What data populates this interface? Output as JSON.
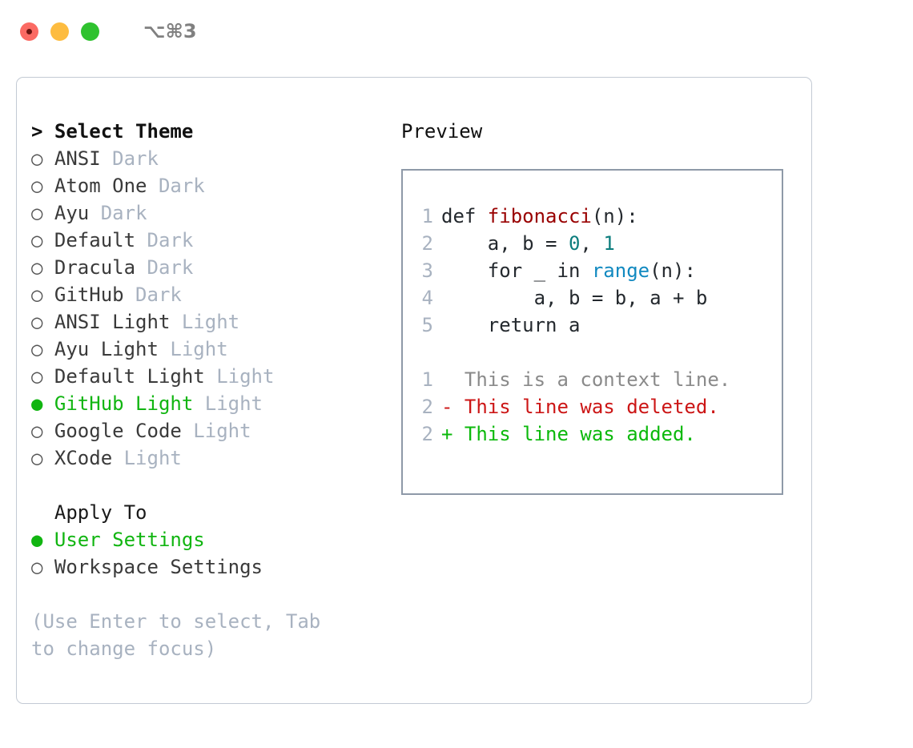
{
  "titlebar": {
    "shortcut": "⌥⌘3",
    "buttons": [
      {
        "name": "close",
        "color": "#fb6a63"
      },
      {
        "name": "minimize",
        "color": "#fdbc40"
      },
      {
        "name": "zoom",
        "color": "#2fc22f"
      }
    ]
  },
  "theme_picker": {
    "header": "> Select Theme",
    "items": [
      {
        "marker": "○",
        "label": "ANSI",
        "variant": "Dark",
        "selected": false
      },
      {
        "marker": "○",
        "label": "Atom One",
        "variant": "Dark",
        "selected": false
      },
      {
        "marker": "○",
        "label": "Ayu",
        "variant": "Dark",
        "selected": false
      },
      {
        "marker": "○",
        "label": "Default",
        "variant": "Dark",
        "selected": false
      },
      {
        "marker": "○",
        "label": "Dracula",
        "variant": "Dark",
        "selected": false
      },
      {
        "marker": "○",
        "label": "GitHub",
        "variant": "Dark",
        "selected": false
      },
      {
        "marker": "○",
        "label": "ANSI Light",
        "variant": "Light",
        "selected": false
      },
      {
        "marker": "○",
        "label": "Ayu Light",
        "variant": "Light",
        "selected": false
      },
      {
        "marker": "○",
        "label": "Default Light",
        "variant": "Light",
        "selected": false
      },
      {
        "marker": "●",
        "label": "GitHub Light",
        "variant": "Light",
        "selected": true
      },
      {
        "marker": "○",
        "label": "Google Code",
        "variant": "Light",
        "selected": false
      },
      {
        "marker": "○",
        "label": "XCode",
        "variant": "Light",
        "selected": false
      }
    ]
  },
  "apply_to": {
    "header": "  Apply To",
    "items": [
      {
        "marker": "●",
        "label": "User Settings",
        "selected": true
      },
      {
        "marker": "○",
        "label": "Workspace Settings",
        "selected": false
      }
    ]
  },
  "hint": "(Use Enter to select, Tab to change focus)",
  "preview": {
    "title": "Preview",
    "code_lines": [
      {
        "lineno": "1",
        "tokens": [
          {
            "text": "def ",
            "type": "kw"
          },
          {
            "text": "fibonacci",
            "type": "fn"
          },
          {
            "text": "(n):",
            "type": "plain"
          }
        ]
      },
      {
        "lineno": "2",
        "tokens": [
          {
            "text": "    a, b = ",
            "type": "plain"
          },
          {
            "text": "0",
            "type": "num"
          },
          {
            "text": ", ",
            "type": "plain"
          },
          {
            "text": "1",
            "type": "num"
          }
        ]
      },
      {
        "lineno": "3",
        "tokens": [
          {
            "text": "    for _ in ",
            "type": "plain"
          },
          {
            "text": "range",
            "type": "builtin"
          },
          {
            "text": "(n):",
            "type": "plain"
          }
        ]
      },
      {
        "lineno": "4",
        "tokens": [
          {
            "text": "        a, b = b, a + b",
            "type": "plain"
          }
        ]
      },
      {
        "lineno": "5",
        "tokens": [
          {
            "text": "    return a",
            "type": "plain"
          }
        ]
      }
    ],
    "diff_lines": [
      {
        "lineno": "1",
        "kind": "ctx",
        "text": "  This is a context line."
      },
      {
        "lineno": "2",
        "kind": "del",
        "text": "- This line was deleted."
      },
      {
        "lineno": "2",
        "kind": "add",
        "text": "+ This line was added."
      }
    ]
  },
  "colors": {
    "selection_green": "#11b511",
    "muted": "#a8b2c0",
    "diff_delete": "#cc1616",
    "diff_add": "#0cb90c",
    "function_name": "#990000",
    "number": "#0c7d7d",
    "builtin": "#1189c0",
    "panel_border": "#c3cad4",
    "preview_border": "#8e99a8"
  }
}
